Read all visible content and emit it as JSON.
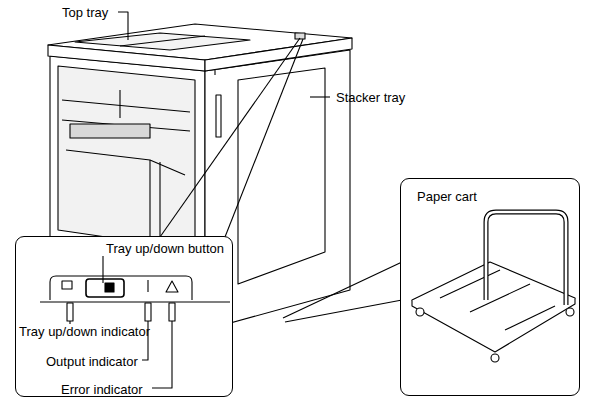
{
  "diagram": {
    "nodes": [
      {
        "text": [
          "Tray up/down button",
          "Tray up/down indicator",
          "Output indicator",
          "Error indicator"
        ]
      },
      {
        "text": [
          "Paper cart"
        ]
      }
    ],
    "labels": [
      "Top tray",
      "Stacker tray"
    ]
  }
}
